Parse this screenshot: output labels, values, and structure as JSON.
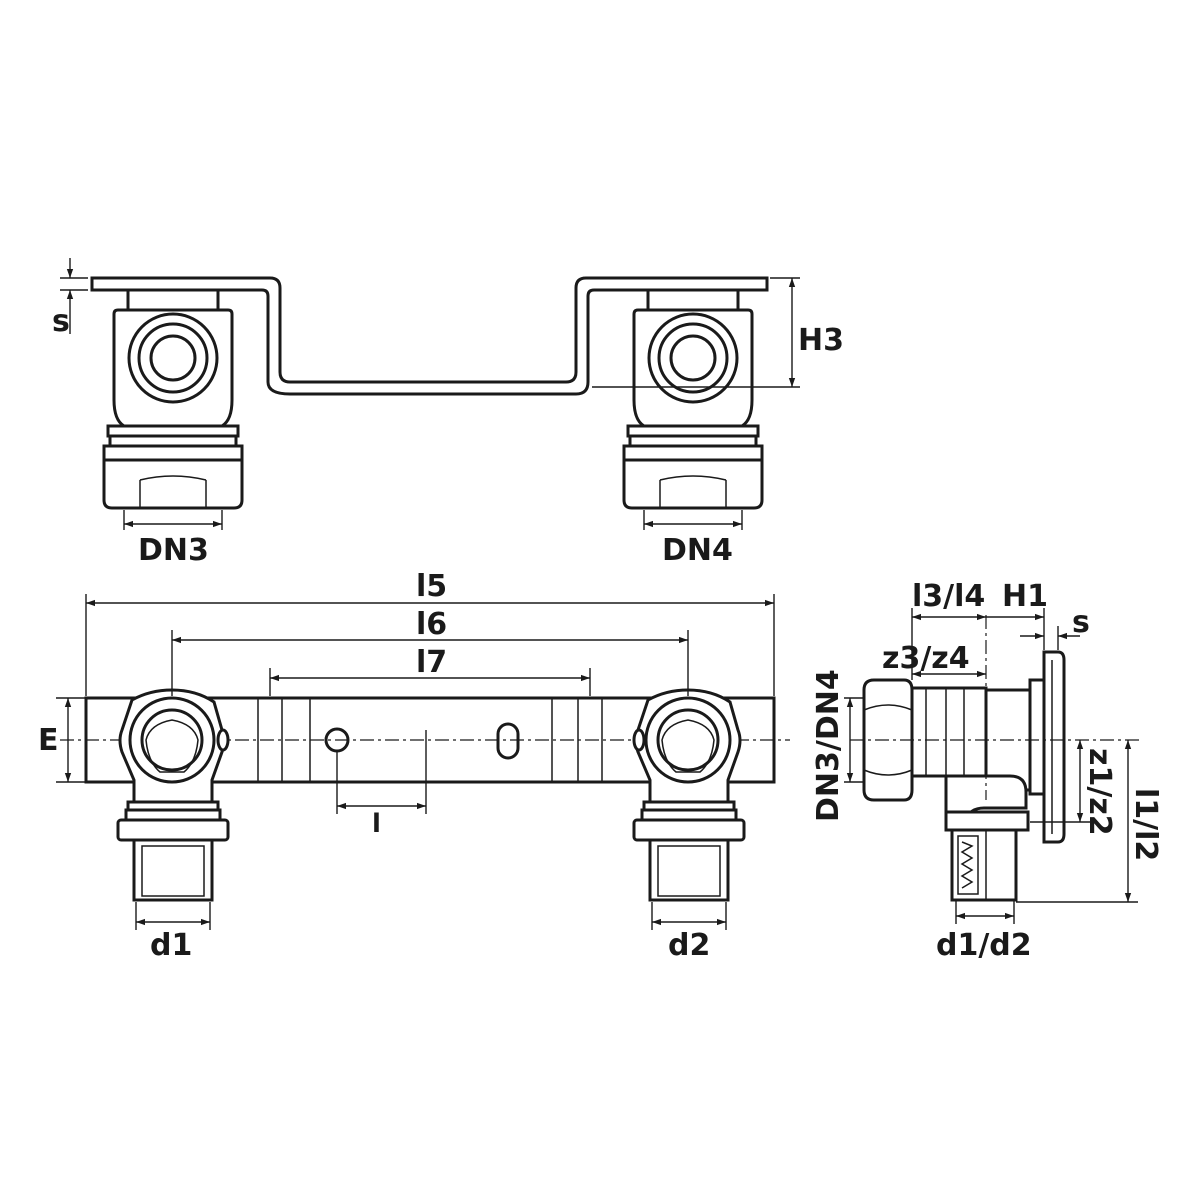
{
  "labels": {
    "s_top": "s",
    "h3": "H3",
    "dn3": "DN3",
    "dn4": "DN4",
    "l5": "l5",
    "l6": "l6",
    "l7": "l7",
    "e": "E",
    "l": "l",
    "d1": "d1",
    "d2": "d2",
    "l3_l4": "l3/l4",
    "h1": "H1",
    "s_side": "s",
    "z3_z4": "z3/z4",
    "dn3_dn4": "DN3/DN4",
    "z1_z2": "z1/z2",
    "l1_l2": "l1/l2",
    "d1_d2": "d1/d2"
  }
}
